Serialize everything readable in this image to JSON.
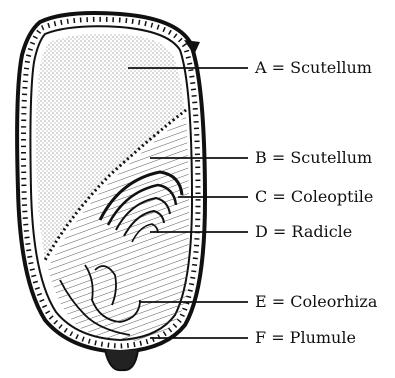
{
  "colors": {
    "ink": "#111111",
    "paper": "#ffffff",
    "stipple": "#3a3a3a"
  },
  "labels": [
    {
      "letter": "A",
      "text": "A = Scutellum"
    },
    {
      "letter": "B",
      "text": "B = Scutellum"
    },
    {
      "letter": "C",
      "text": "C = Coleoptile"
    },
    {
      "letter": "D",
      "text": "D = Radicle"
    },
    {
      "letter": "E",
      "text": "E = Coleorhiza"
    },
    {
      "letter": "F",
      "text": "F = Plumule"
    }
  ]
}
